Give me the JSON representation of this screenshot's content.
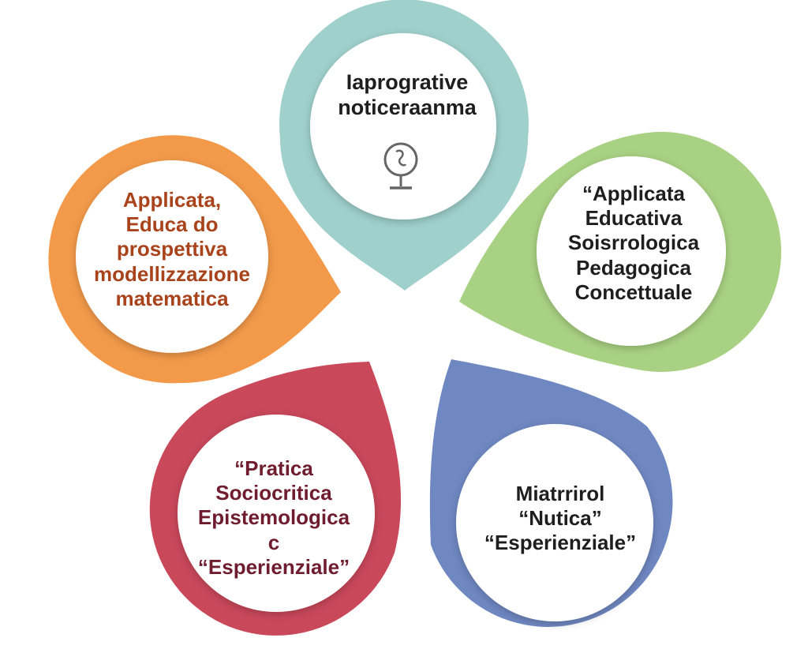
{
  "segments": {
    "top": {
      "lines": [
        "Iaprogrative",
        "noticeraanma"
      ],
      "color": "#9fd0cc",
      "icon": "globe-icon"
    },
    "left": {
      "lines": [
        "Applicata,",
        "Educa do",
        "prospettiva",
        "modellizzazione",
        "matematica"
      ],
      "color": "#f39a4a",
      "text_color": "#a8431c"
    },
    "right": {
      "lines": [
        "“Applicata",
        "Educativa",
        "Soisrrologica",
        "Pedagogica",
        "Concettuale"
      ],
      "color": "#a9d183"
    },
    "bottom_left": {
      "lines": [
        "“Pratica",
        "Sociocritica",
        "Epistemologica",
        "c",
        "“Esperienziale”"
      ],
      "color": "#c9485a",
      "text_color": "#6e1c2e"
    },
    "bottom_right": {
      "lines": [
        "Miatrrirol",
        "“Nutica”",
        "“Esperienziale”"
      ],
      "color": "#6f88c2"
    }
  }
}
